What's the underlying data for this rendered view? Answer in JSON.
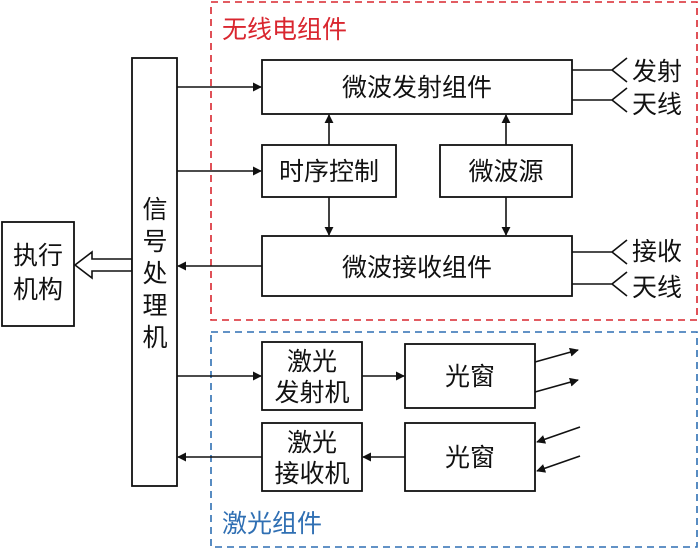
{
  "groups": {
    "wireless": {
      "label": "无线电组件",
      "color": "#d9262f"
    },
    "laser": {
      "label": "激光组件",
      "color": "#2f6fb3"
    }
  },
  "blocks": {
    "actuator": [
      "执行",
      "机构"
    ],
    "processor": [
      "信",
      "号",
      "处",
      "理",
      "机"
    ],
    "mw_tx": "微波发射组件",
    "timing": "时序控制",
    "mw_source": "微波源",
    "mw_rx": "微波接收组件",
    "laser_tx": [
      "激光",
      "发射机"
    ],
    "window_tx": "光窗",
    "laser_rx": [
      "激光",
      "接收机"
    ],
    "window_rx": "光窗"
  },
  "antennas": {
    "tx": [
      "发射",
      "天线"
    ],
    "rx": [
      "接收",
      "天线"
    ]
  }
}
